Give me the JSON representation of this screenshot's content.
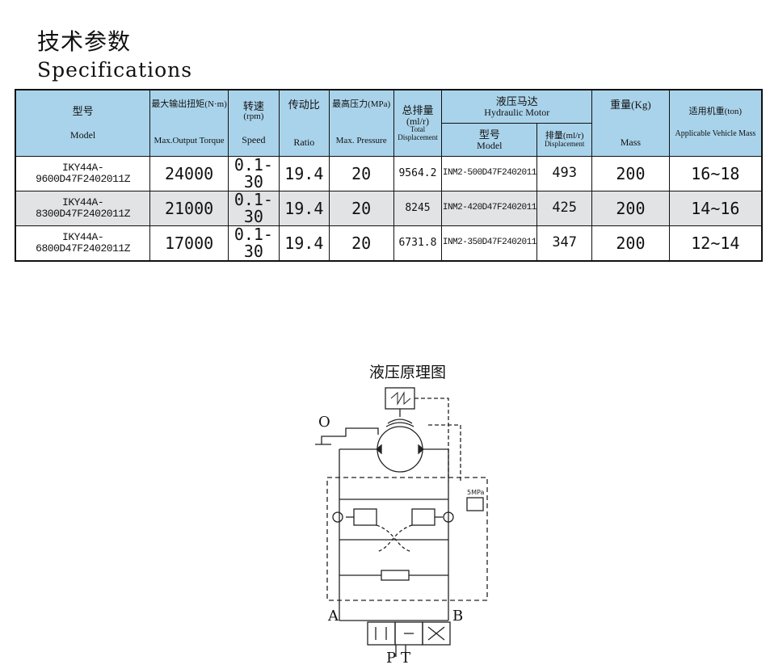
{
  "header": {
    "title_cn": "技术参数",
    "title_en": "Specifications"
  },
  "table": {
    "columns": {
      "model": {
        "cn": "型号",
        "en": "Model"
      },
      "torque": {
        "cn": "最大输出扭矩(N·m)",
        "en": "Max.Output Torque"
      },
      "speed": {
        "cn": "转速",
        "unit": "(rpm)",
        "en": "Speed"
      },
      "ratio": {
        "cn": "传动比",
        "en": "Ratio"
      },
      "pressure": {
        "cn": "最高压力(MPa)",
        "en": "Max. Pressure"
      },
      "displacement": {
        "cn": "总排量",
        "unit": "(ml/r)",
        "en": "Total Displacement"
      },
      "motor": {
        "cn": "液压马达",
        "en": "Hydraulic Motor",
        "model_cn": "型号",
        "model_en": "Model",
        "disp_cn": "排量(ml/r)",
        "disp_en": "Displacement"
      },
      "mass": {
        "cn": "重量(Kg)",
        "en": "Mass"
      },
      "vehicle": {
        "cn": "适用机重(ton)",
        "en": "Applicable Vehicle Mass"
      }
    },
    "rows": [
      {
        "model": "IKY44A-9600D47F2402011Z",
        "torque": "24000",
        "speed": "0.1-30",
        "ratio": "19.4",
        "pressure": "20",
        "displacement": "9564.2",
        "motor_model": "INM2-500D47F2402011",
        "motor_disp": "493",
        "mass": "200",
        "vehicle": "16~18"
      },
      {
        "model": "IKY44A-8300D47F2402011Z",
        "torque": "21000",
        "speed": "0.1-30",
        "ratio": "19.4",
        "pressure": "20",
        "displacement": "8245",
        "motor_model": "INM2-420D47F2402011",
        "motor_disp": "425",
        "mass": "200",
        "vehicle": "14~16"
      },
      {
        "model": "IKY44A-6800D47F2402011Z",
        "torque": "17000",
        "speed": "0.1-30",
        "ratio": "19.4",
        "pressure": "20",
        "displacement": "6731.8",
        "motor_model": "INM2-350D47F2402011",
        "motor_disp": "347",
        "mass": "200",
        "vehicle": "12~14"
      }
    ]
  },
  "diagram": {
    "title": "液压原理图",
    "labels": {
      "o": "O",
      "a": "A",
      "b": "B",
      "p": "P",
      "t": "T",
      "pressure": "5MPa"
    }
  }
}
